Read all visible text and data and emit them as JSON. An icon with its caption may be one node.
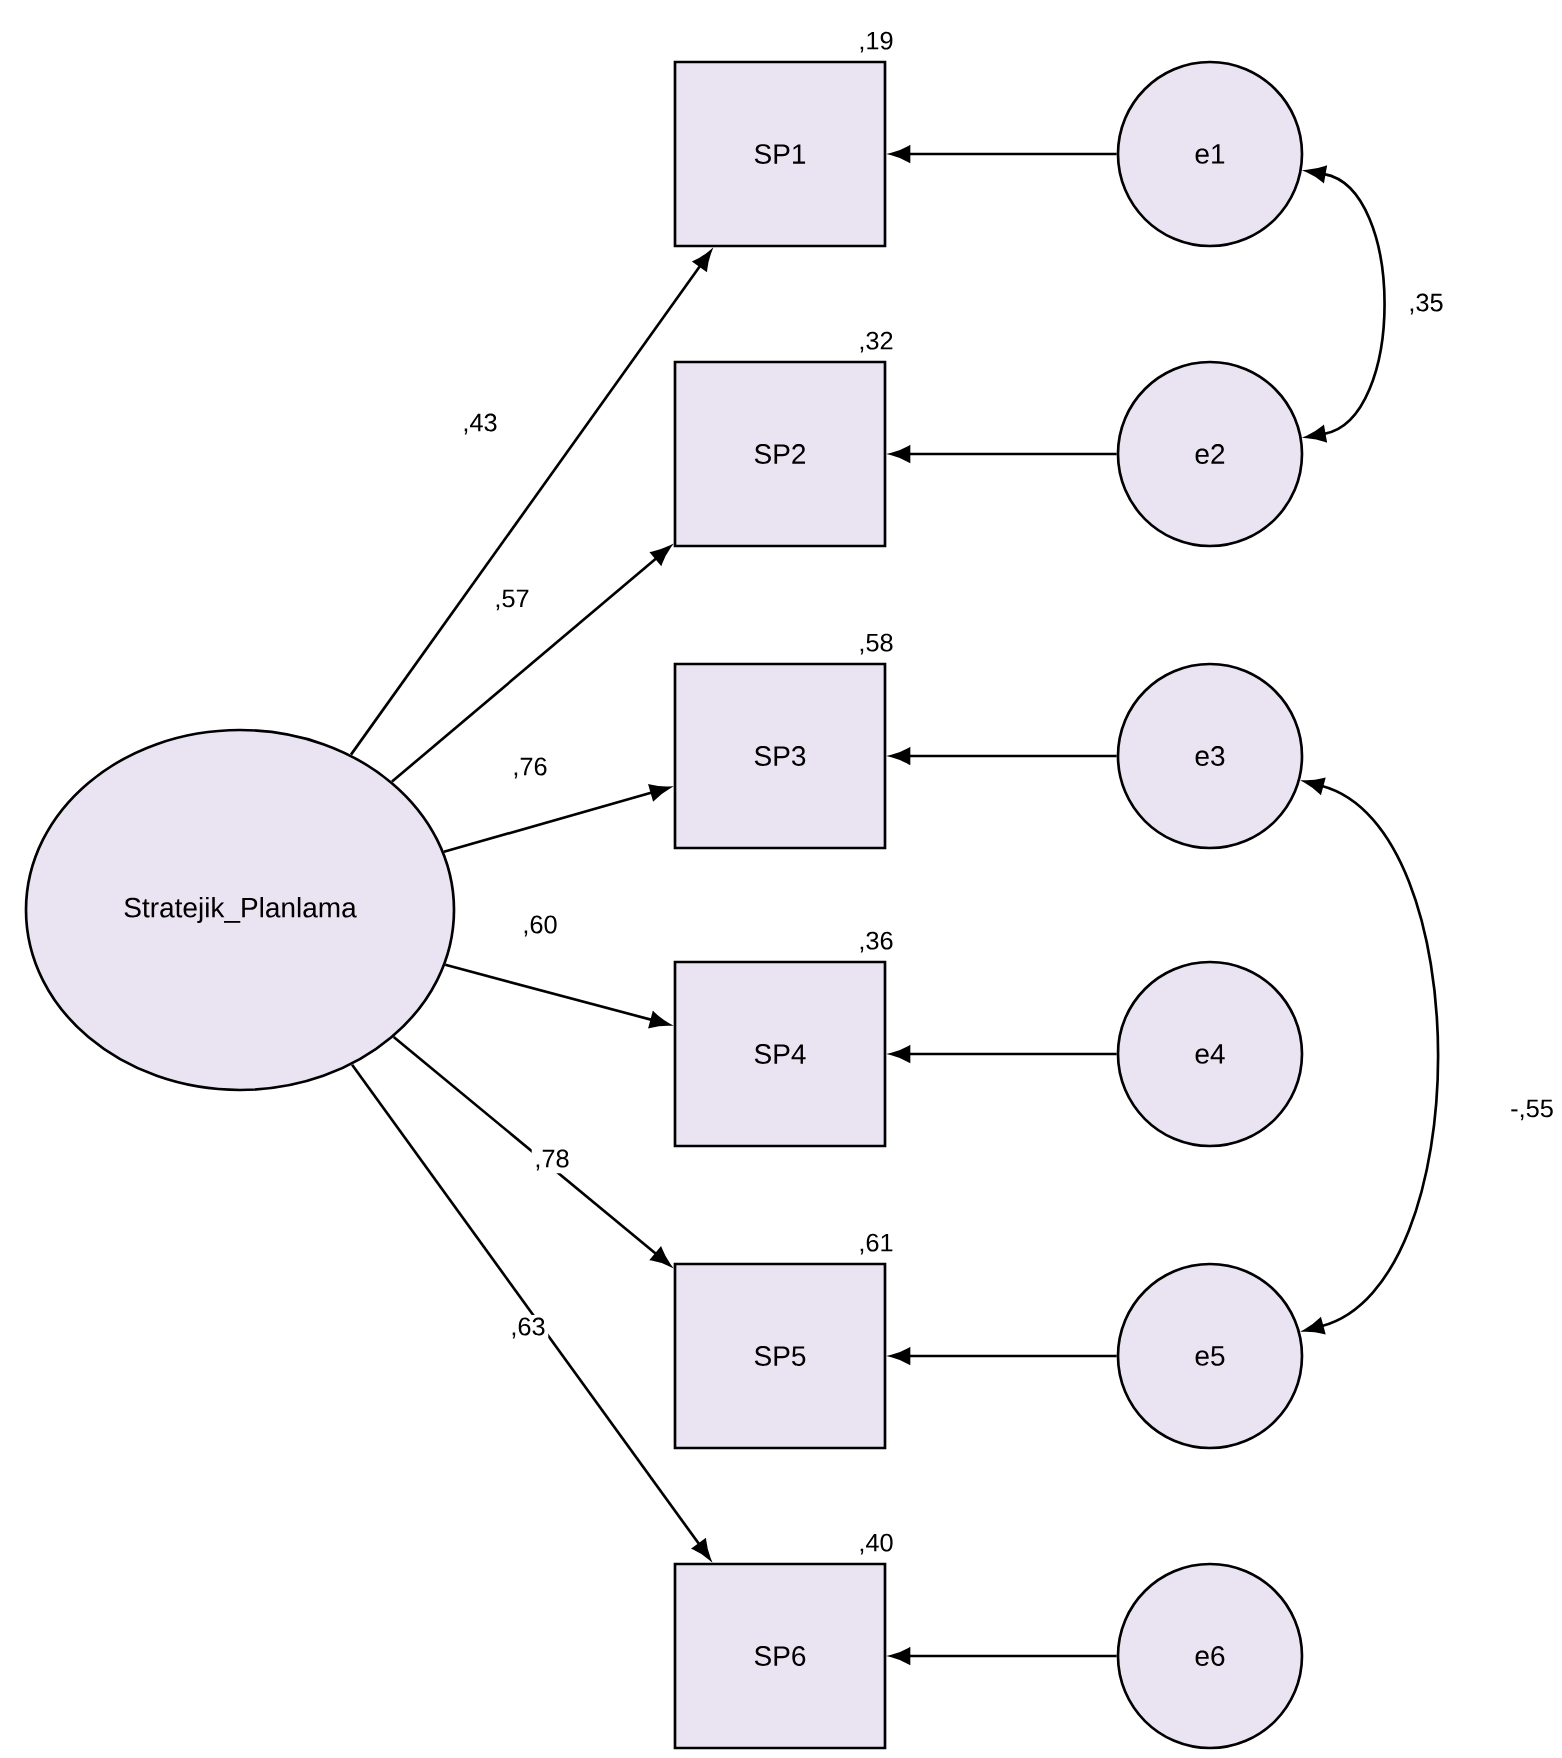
{
  "diagram": {
    "nodes": [
      {
        "text": [
          "Stratejik_Planlama"
        ]
      },
      {
        "text": [
          "SP1"
        ],
        "beside": [
          ",19"
        ]
      },
      {
        "text": [
          "SP2"
        ],
        "beside": [
          ",32"
        ]
      },
      {
        "text": [
          "SP3"
        ],
        "beside": [
          ",58"
        ]
      },
      {
        "text": [
          "SP4"
        ],
        "beside": [
          ",36"
        ]
      },
      {
        "text": [
          "SP5"
        ],
        "beside": [
          ",61"
        ]
      },
      {
        "text": [
          "SP6"
        ],
        "beside": [
          ",40"
        ]
      },
      {
        "text": [
          "e1"
        ]
      },
      {
        "text": [
          "e2"
        ]
      },
      {
        "text": [
          "e3"
        ]
      },
      {
        "text": [
          "e4"
        ]
      },
      {
        "text": [
          "e5"
        ]
      },
      {
        "text": [
          "e6"
        ]
      }
    ],
    "edges": [
      {
        "from": 0,
        "to": 1,
        "arrow": "to",
        "label": ",43"
      },
      {
        "from": 0,
        "to": 2,
        "arrow": "to",
        "label": ",57"
      },
      {
        "from": 0,
        "to": 3,
        "arrow": "to",
        "label": ",76"
      },
      {
        "from": 0,
        "to": 4,
        "arrow": "to",
        "label": ",60"
      },
      {
        "from": 0,
        "to": 5,
        "arrow": "to",
        "label": ",78"
      },
      {
        "from": 0,
        "to": 6,
        "arrow": "to",
        "label": ",63"
      },
      {
        "from": 7,
        "to": 1,
        "arrow": "to"
      },
      {
        "from": 8,
        "to": 2,
        "arrow": "to"
      },
      {
        "from": 9,
        "to": 3,
        "arrow": "to"
      },
      {
        "from": 10,
        "to": 4,
        "arrow": "to"
      },
      {
        "from": 11,
        "to": 5,
        "arrow": "to"
      },
      {
        "from": 12,
        "to": 6,
        "arrow": "to"
      },
      {
        "from": 7,
        "to": 8,
        "arrow": "both",
        "label": ",35"
      },
      {
        "from": 9,
        "to": 11,
        "arrow": "both",
        "label": "-,55"
      }
    ]
  }
}
